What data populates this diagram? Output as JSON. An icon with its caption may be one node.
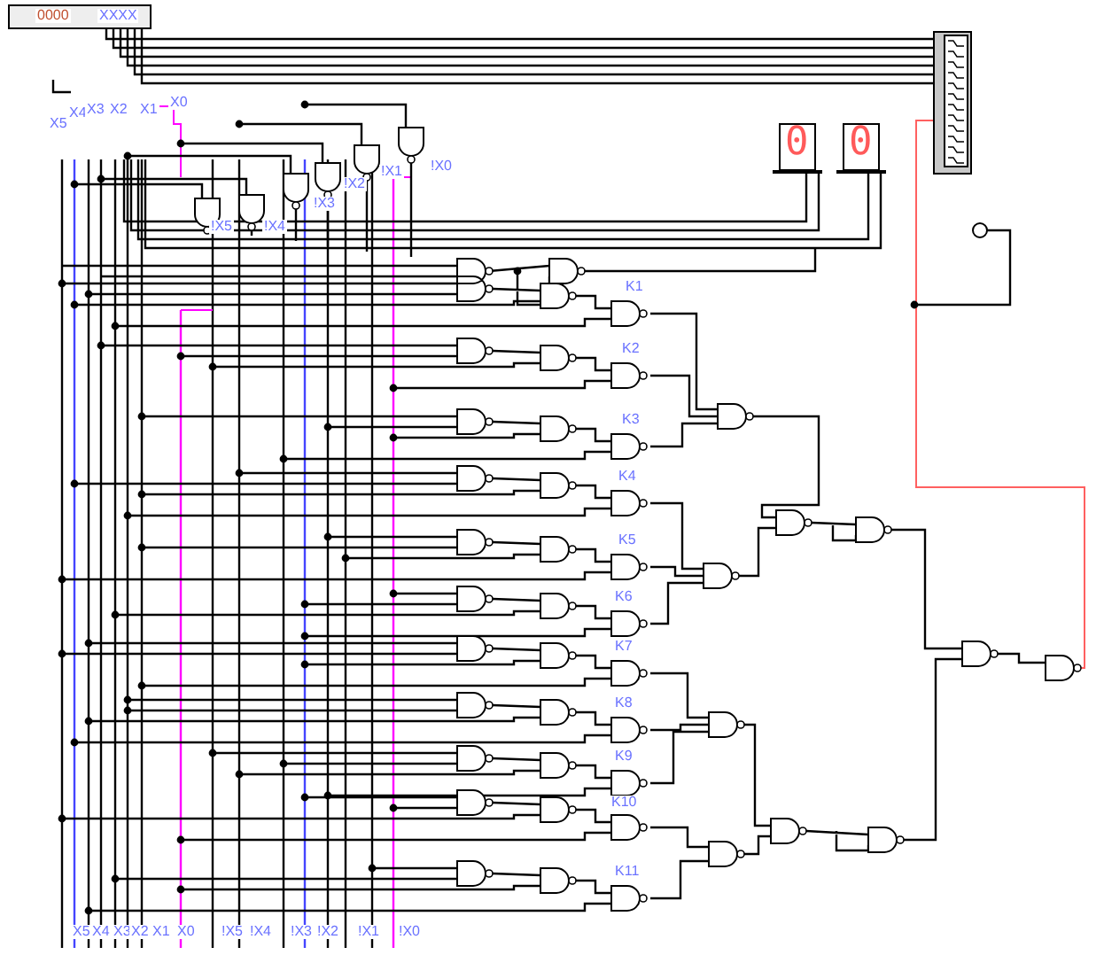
{
  "diagram": {
    "labels": [
      "0000",
      "XXXX",
      "X5",
      "X4",
      "X3",
      "X2",
      "X1",
      "X0",
      "!X5",
      "!X4",
      "!X3",
      "!X2",
      "!X1",
      "!X0",
      "0",
      "0",
      "K1",
      "K2",
      "K3",
      "K4",
      "K5",
      "K6",
      "K7",
      "K8",
      "K9",
      "K10",
      "K11",
      "X5",
      "X4",
      "X3",
      "X2",
      "X1",
      "X0",
      "!X5",
      "!X4",
      "!X3",
      "!X2",
      "!X1",
      "!X0"
    ]
  }
}
